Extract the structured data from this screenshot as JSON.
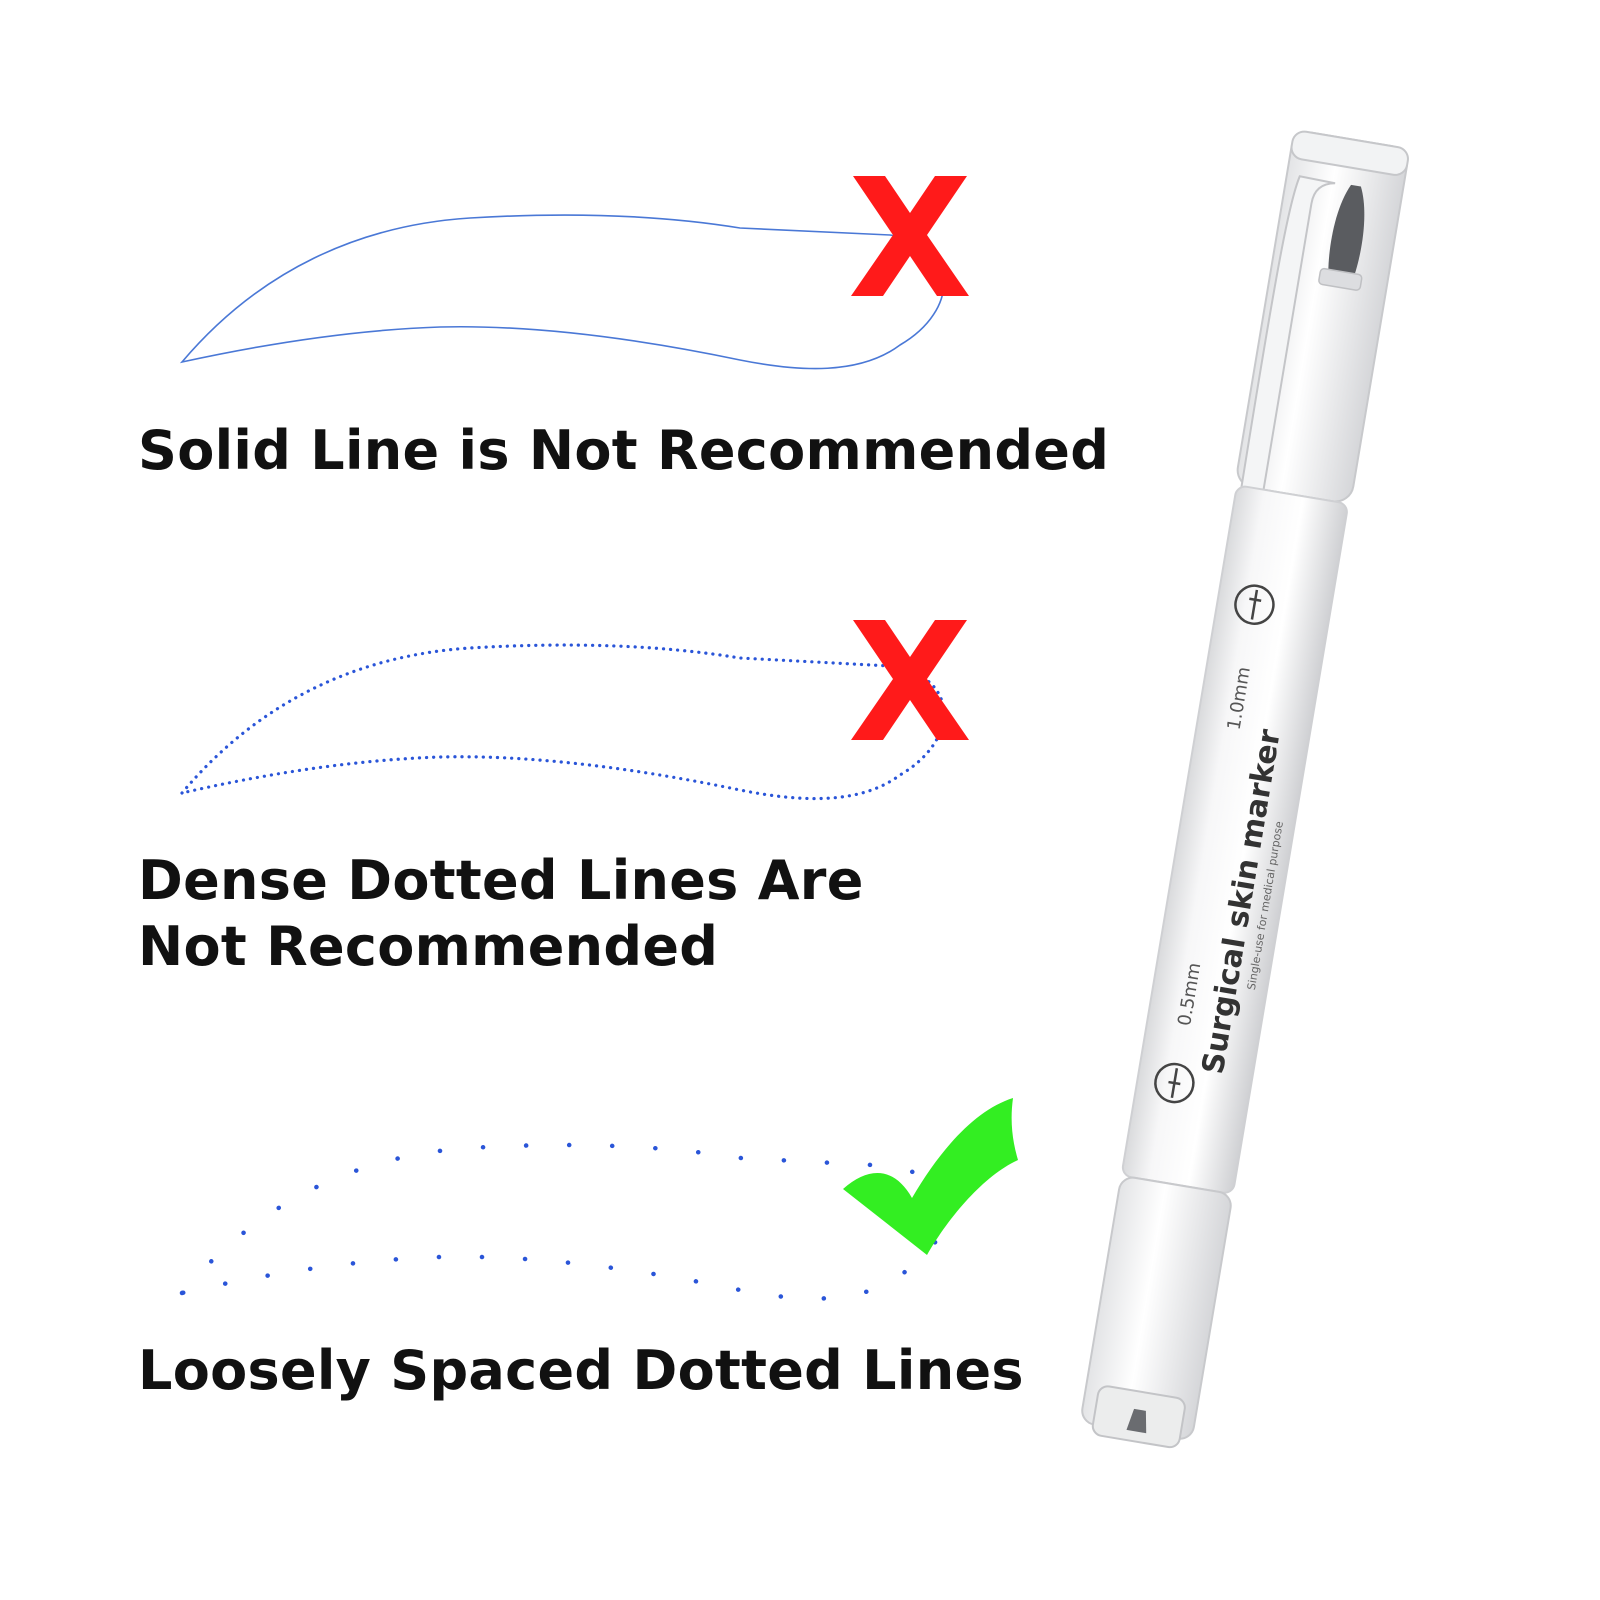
{
  "examples": [
    {
      "caption": "Solid Line is Not Recommended",
      "verdict": "not-recommended",
      "line_style": "solid"
    },
    {
      "caption": "Dense Dotted Lines Are Not Recommended",
      "verdict": "not-recommended",
      "line_style": "dense-dotted"
    },
    {
      "caption": "Loosely Spaced Dotted Lines",
      "verdict": "recommended",
      "line_style": "loose-dotted"
    }
  ],
  "pen": {
    "brand_text": "Surgical skin marker",
    "sub_text": "Single-use for medical purpose",
    "tip_large": "1.0mm",
    "tip_small": "0.5mm"
  },
  "colors": {
    "line": "#2255dd",
    "cross": "#ff1a1a",
    "check": "#33ee22",
    "text": "#111111"
  },
  "icons": {
    "cross": "cross-icon",
    "check": "check-icon"
  }
}
